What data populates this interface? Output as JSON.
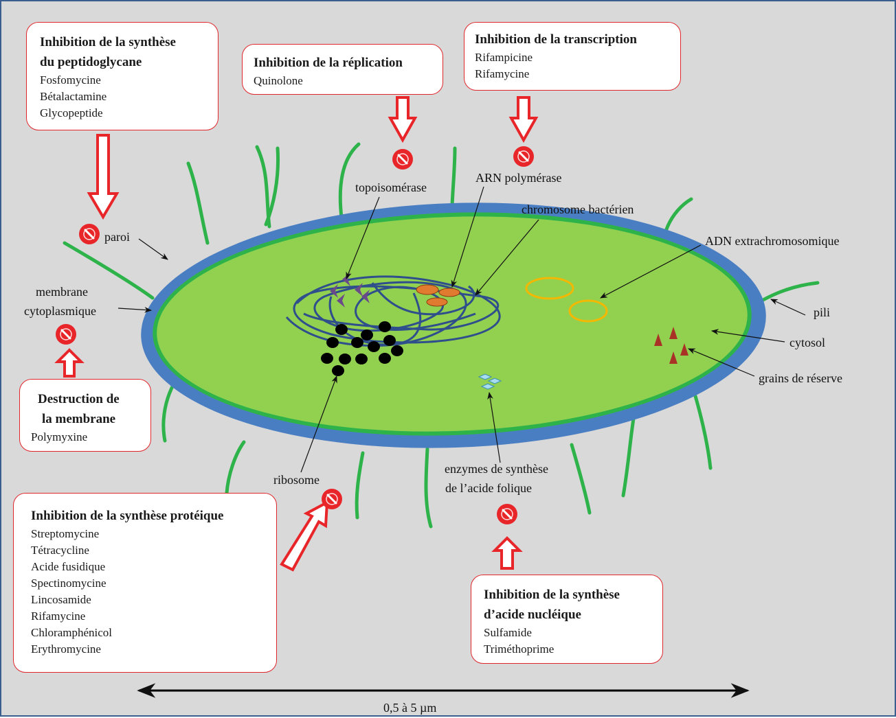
{
  "boxes": {
    "peptidoglycane": {
      "title_l1": "Inhibition  de la synthèse",
      "title_l2": "du peptidoglycane",
      "items": [
        "Fosfomycine",
        "Bétalactamine",
        "Glycopeptide"
      ]
    },
    "replication": {
      "title": "Inhibition  de la réplication",
      "items": [
        "Quinolone"
      ]
    },
    "transcription": {
      "title": "Inhibition  de la transcription",
      "items": [
        "Rifampicine",
        "Rifamycine"
      ]
    },
    "membrane": {
      "title_l1": "Destruction de",
      "title_l2": "la  membrane",
      "items": [
        "Polymyxine"
      ]
    },
    "proteique": {
      "title": "Inhibition  de la synthèse protéique",
      "items": [
        "Streptomycine",
        "Tétracycline",
        "Acide  fusidique",
        "Spectinomycine",
        "Lincosamide",
        "Rifamycine",
        "Chloramphénicol",
        "Erythromycine"
      ]
    },
    "nucleique": {
      "title_l1": "Inhibition  de la synthèse",
      "title_l2": "d’acide nucléique",
      "items": [
        "Sulfamide",
        "Triméthoprime"
      ]
    }
  },
  "labels": {
    "paroi": "paroi",
    "membrane_l1": "membrane",
    "membrane_l2": "cytoplasmique",
    "topoisomerase": "topoisomérase",
    "arn_polymerase": "ARN  polymérase",
    "chromosome": "chromosome  bactérien",
    "adn_extra": "ADN extrachromosomique",
    "pili": "pili",
    "cytosol": "cytosol",
    "grains": "grains  de réserve",
    "ribosome": "ribosome",
    "enzymes_l1": "enzymes  de synthèse",
    "enzymes_l2": "de l’acide  folique",
    "scale": "0,5 à 5 µm"
  },
  "colors": {
    "background": "#d9d9d9",
    "cell_wall": "#4a7ec2",
    "membrane": "#2eb34b",
    "cytoplasm": "#92d050",
    "chromosome": "#2f4e8c",
    "inhibitor": "#e8262a",
    "plasmid": "#f5b800",
    "ribosome": "#000000",
    "grains": "#a93226",
    "box_border": "#e0262b"
  },
  "icons": [
    "inhibition-icon",
    "arrow-icon"
  ]
}
